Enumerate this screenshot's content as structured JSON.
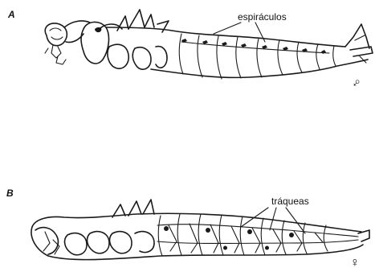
{
  "figure": {
    "panels": [
      {
        "letter": "A",
        "callout": "espiráculos",
        "sex_symbol": "♂"
      },
      {
        "letter": "B",
        "callout": "tráqueas",
        "sex_symbol": "♀"
      }
    ]
  }
}
